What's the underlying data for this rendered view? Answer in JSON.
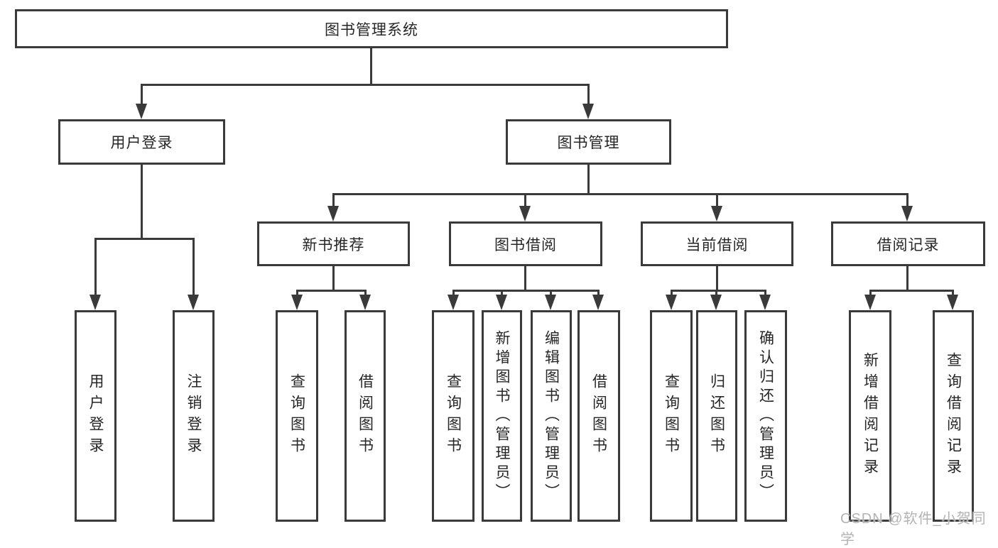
{
  "diagram": {
    "type": "hierarchy-tree",
    "title": "图书管理系统",
    "colors": {
      "background": "#ffffff",
      "line": "#3a3a3a",
      "box_border": "#3a3a3a",
      "text": "#262626",
      "watermark": "#b3b3b3"
    },
    "watermark": "CSDN @软件_小贺同学"
  },
  "nodes": {
    "root": "图书管理系统",
    "user_login": "用户登录",
    "book_mgmt": "图书管理",
    "new_books": "新书推荐",
    "book_borrow": "图书借阅",
    "current_borrow": "当前借阅",
    "borrow_records": "借阅记录",
    "leaf_user_login": "用户登录",
    "leaf_logout": "注销登录",
    "nb_query": "查询图书",
    "nb_borrow": "借阅图书",
    "bb_query": "查询图书",
    "bb_add": "新增图书（管理员）",
    "bb_edit": "编辑图书（管理员）",
    "bb_borrow": "借阅图书",
    "cb_query": "查询图书",
    "cb_return": "归还图书",
    "cb_confirm": "确认归还（管理员）",
    "br_add": "新增借阅记录",
    "br_query": "查询借阅记录"
  },
  "edges": [
    [
      "root",
      "user_login"
    ],
    [
      "root",
      "book_mgmt"
    ],
    [
      "user_login",
      "leaf_user_login"
    ],
    [
      "user_login",
      "leaf_logout"
    ],
    [
      "book_mgmt",
      "new_books"
    ],
    [
      "book_mgmt",
      "book_borrow"
    ],
    [
      "book_mgmt",
      "current_borrow"
    ],
    [
      "book_mgmt",
      "borrow_records"
    ],
    [
      "new_books",
      "nb_query"
    ],
    [
      "new_books",
      "nb_borrow"
    ],
    [
      "book_borrow",
      "bb_query"
    ],
    [
      "book_borrow",
      "bb_add"
    ],
    [
      "book_borrow",
      "bb_edit"
    ],
    [
      "book_borrow",
      "bb_borrow"
    ],
    [
      "current_borrow",
      "cb_query"
    ],
    [
      "current_borrow",
      "cb_return"
    ],
    [
      "current_borrow",
      "cb_confirm"
    ],
    [
      "borrow_records",
      "br_add"
    ],
    [
      "borrow_records",
      "br_query"
    ]
  ]
}
